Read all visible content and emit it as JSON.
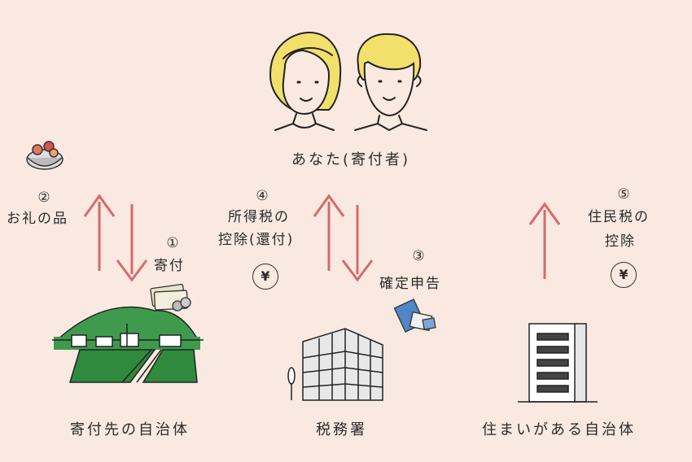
{
  "nodes": {
    "donor": "あなた(寄付者)",
    "municipality_donated": "寄付先の自治体",
    "tax_office": "税務署",
    "municipality_home": "住まいがある自治体"
  },
  "steps": {
    "s1": {
      "num": "①",
      "label": "寄付"
    },
    "s2": {
      "num": "②",
      "label": "お礼の品"
    },
    "s3": {
      "num": "③",
      "label": "確定申告"
    },
    "s4": {
      "num": "④",
      "line1": "所得税の",
      "line2": "控除(還付)"
    },
    "s5": {
      "num": "⑤",
      "line1": "住民税の",
      "line2": "控除"
    }
  },
  "yen_symbol": "¥",
  "colors": {
    "background": "#f9e9e1",
    "arrow": "#d46a6a",
    "hair": "#f2e06c",
    "hill": "#3f9a4e",
    "field": "#2f8a3e"
  }
}
